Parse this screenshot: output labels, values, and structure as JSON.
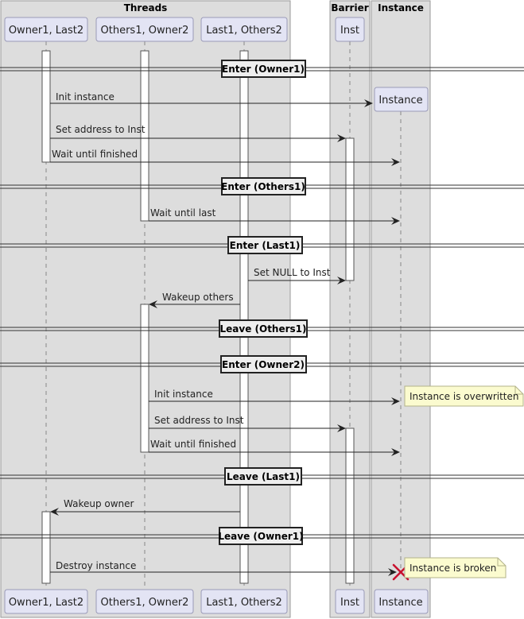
{
  "colors": {
    "box_fill": "#dddddd",
    "box_border": "#999999",
    "participant_fill": "#e3e4f4",
    "participant_border": "#9a9ab8",
    "activation_fill": "#ffffff",
    "note_fill": "#fbfbcf",
    "note_border": "#b3b38a",
    "destroy_color": "#c8102e",
    "arrow_color": "#222222"
  },
  "boxes": [
    {
      "id": "threads",
      "title": "Threads"
    },
    {
      "id": "barrier",
      "title": "Barrier"
    },
    {
      "id": "instance",
      "title": "Instance"
    }
  ],
  "participants": [
    {
      "id": "owner",
      "label": "Owner1, Last2"
    },
    {
      "id": "others",
      "label": "Others1, Owner2"
    },
    {
      "id": "last",
      "label": "Last1, Others2"
    },
    {
      "id": "inst",
      "label": "Inst"
    },
    {
      "id": "instance",
      "label": "Instance",
      "created_at": "init_instance_1"
    }
  ],
  "dividers": [
    {
      "id": "enter_owner1",
      "label": "Enter (Owner1)"
    },
    {
      "id": "enter_others1",
      "label": "Enter (Others1)"
    },
    {
      "id": "enter_last1",
      "label": "Enter (Last1)"
    },
    {
      "id": "leave_others1",
      "label": "Leave (Others1)"
    },
    {
      "id": "enter_owner2",
      "label": "Enter (Owner2)"
    },
    {
      "id": "leave_last1",
      "label": "Leave (Last1)"
    },
    {
      "id": "leave_owner1",
      "label": "Leave (Owner1)"
    }
  ],
  "messages": [
    {
      "id": "init_instance_1",
      "from": "owner",
      "to": "instance",
      "label": "Init instance"
    },
    {
      "id": "set_address_1",
      "from": "owner",
      "to": "inst",
      "label": "Set address to Inst"
    },
    {
      "id": "wait_finished_1",
      "from": "owner",
      "to": "instance",
      "label": "Wait until finished"
    },
    {
      "id": "wait_last",
      "from": "others",
      "to": "instance",
      "label": "Wait until last"
    },
    {
      "id": "set_null",
      "from": "last",
      "to": "inst",
      "label": "Set NULL to Inst"
    },
    {
      "id": "wakeup_others",
      "from": "last",
      "to": "others",
      "label": "Wakeup others"
    },
    {
      "id": "init_instance_2",
      "from": "others",
      "to": "instance",
      "label": "Init instance"
    },
    {
      "id": "set_address_2",
      "from": "others",
      "to": "inst",
      "label": "Set address to Inst"
    },
    {
      "id": "wait_finished_2",
      "from": "others",
      "to": "instance",
      "label": "Wait until finished"
    },
    {
      "id": "wakeup_owner",
      "from": "last",
      "to": "owner",
      "label": "Wakeup owner"
    },
    {
      "id": "destroy_instance",
      "from": "owner",
      "to": "instance",
      "label": "Destroy instance",
      "destroys": true
    }
  ],
  "notes": [
    {
      "id": "overwritten",
      "on": "instance",
      "text": "Instance is overwritten"
    },
    {
      "id": "broken",
      "on": "instance",
      "text": "Instance is broken"
    }
  ]
}
